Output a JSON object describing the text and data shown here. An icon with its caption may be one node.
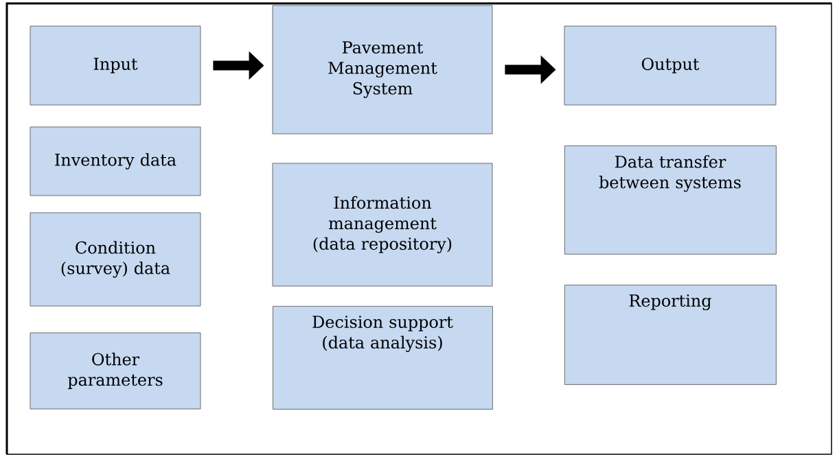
{
  "diagram": {
    "nodes": [
      {
        "text": [
          "Input"
        ]
      },
      {
        "text": [
          "Inventory data"
        ]
      },
      {
        "text": [
          "Condition (survey) data"
        ]
      },
      {
        "text": [
          "Other parameters"
        ]
      },
      {
        "text": [
          "Pavement Management System"
        ]
      },
      {
        "text": [
          "Information management (data repository)"
        ]
      },
      {
        "text": [
          "Decision support (data analysis)"
        ]
      },
      {
        "text": [
          "Output"
        ]
      },
      {
        "text": [
          "Data transfer between systems"
        ]
      },
      {
        "text": [
          "Reporting"
        ]
      }
    ],
    "edges": [
      {
        "from": 0,
        "to": 4,
        "arrow": "to"
      },
      {
        "from": 4,
        "to": 7,
        "arrow": "to"
      }
    ]
  }
}
